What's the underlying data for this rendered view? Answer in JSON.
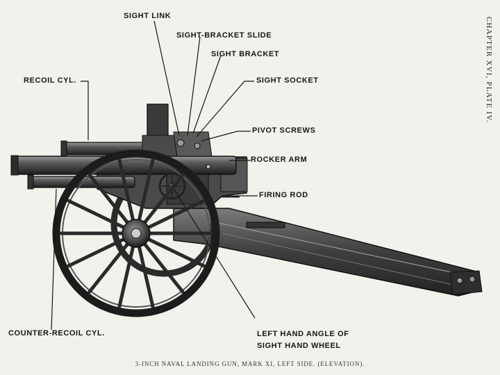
{
  "plate_header": "CHAPTER XVI, PLATE IV.",
  "caption": "3-INCH NAVAL LANDING GUN, MARK XI, LEFT SIDE. (ELEVATION).",
  "callouts": {
    "sight_link": "SIGHT LINK",
    "sight_bracket_slide": "SIGHT-BRACKET SLIDE",
    "sight_bracket": "SIGHT BRACKET",
    "recoil_cyl": "RECOIL CYL.",
    "sight_socket": "SIGHT SOCKET",
    "pivot_screws": "PIVOT SCREWS",
    "rocker_arm": "ROCKER ARM",
    "firing_rod": "FIRING ROD",
    "counter_recoil_cyl": "COUNTER-RECOIL CYL.",
    "left_hand_angle_line1": "LEFT HAND ANGLE OF",
    "left_hand_angle_line2": "SIGHT HAND WHEEL"
  },
  "colors": {
    "paper": "#f3f1ec",
    "ink": "#151515",
    "metal_dark": "#2a2a2a",
    "metal_mid": "#555555",
    "metal_light": "#8a8a8a"
  }
}
